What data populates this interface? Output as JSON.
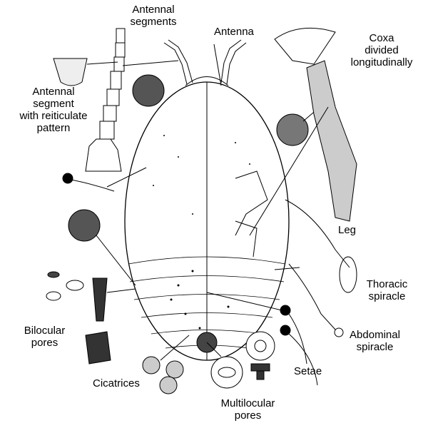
{
  "labels": {
    "antennal_segments": [
      "Antennal",
      "segments"
    ],
    "antenna": "Antenna",
    "coxa": [
      "Coxa",
      "divided",
      "longitudinally"
    ],
    "antennal_segment_pattern": [
      "Antennal",
      "segment",
      "with reiticulate",
      "pattern"
    ],
    "leg": "Leg",
    "thoracic_spiracle": [
      "Thoracic",
      "spiracle"
    ],
    "abdominal_spiracle": [
      "Abdominal",
      "spiracle"
    ],
    "bilocular_pores": [
      "Bilocular",
      "pores"
    ],
    "setae": "Setae",
    "cicatrices": "Cicatrices",
    "multilocular_pores": [
      "Multilocular",
      "pores"
    ]
  }
}
